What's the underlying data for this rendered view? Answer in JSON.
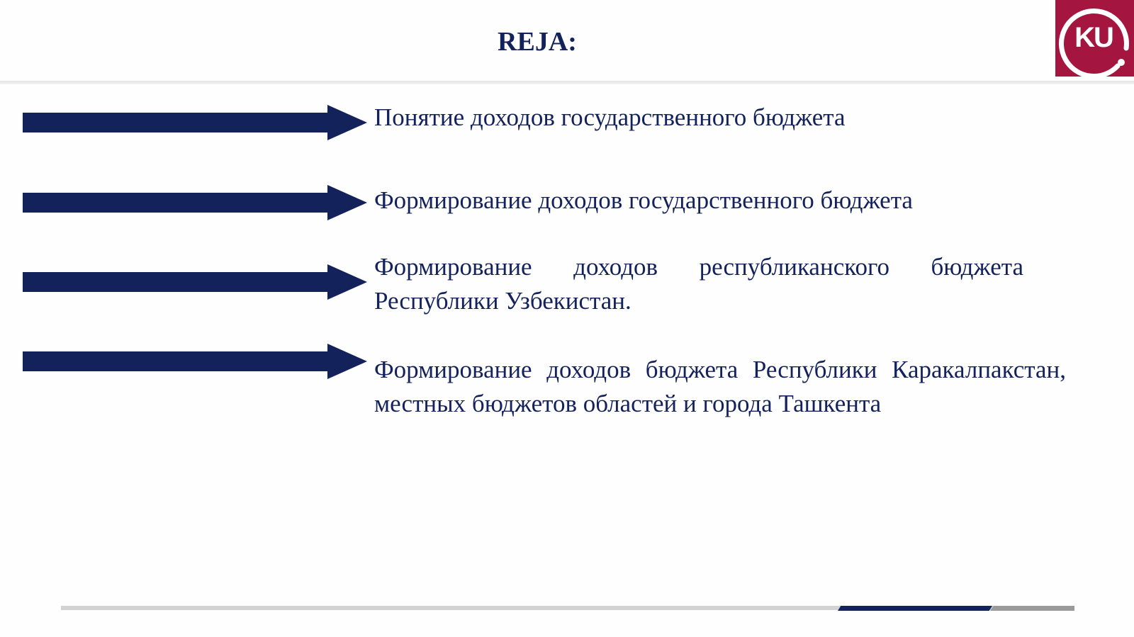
{
  "slide": {
    "title": "REJA:",
    "logo": {
      "text": "KU",
      "background_color": "#a4163f"
    },
    "accent_color": "#14225c",
    "items": [
      {
        "text": "Понятие доходов государственного бюджета"
      },
      {
        "text": "Формирование доходов государственного бюджета"
      },
      {
        "text": "Формирование доходов республиканского бюджета Республики Узбекистан."
      },
      {
        "text": "Формирование доходов бюджета Республики Каракалпакстан, местных бюджетов областей и города Ташкента"
      }
    ]
  }
}
